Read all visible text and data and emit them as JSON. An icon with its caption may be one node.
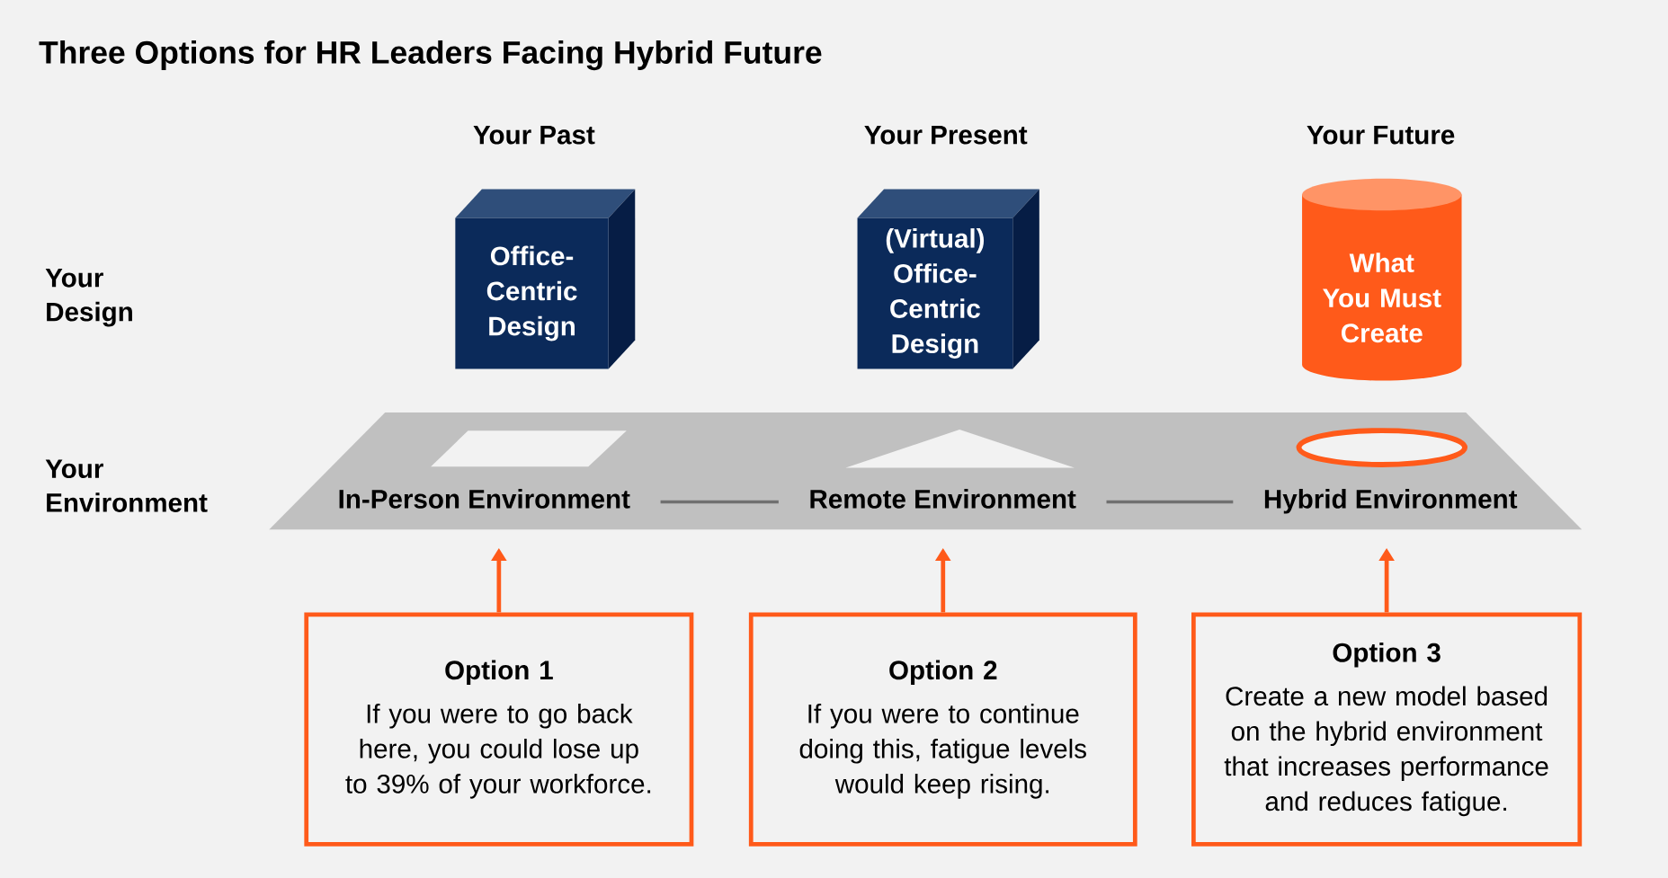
{
  "diagram": {
    "title": "Three Options for HR Leaders Facing Hybrid Future",
    "nodes": [
      {
        "text": [
          "Office-Centric Design"
        ]
      },
      {
        "text": [
          "(Virtual) Office-Centric Design"
        ]
      },
      {
        "text": [
          "What You Must Create"
        ]
      },
      {
        "text": [
          "In-Person Environment"
        ]
      },
      {
        "text": [
          "Remote Environment"
        ]
      },
      {
        "text": [
          "Hybrid Environment"
        ]
      },
      {
        "text": [
          "Option 1",
          "If you were to go back here, you could lose up to 39% of your workforce."
        ]
      },
      {
        "text": [
          "Option 2",
          "If you were to continue doing this, fatigue levels would keep rising."
        ]
      },
      {
        "text": [
          "Option 3",
          "Create a new model based on the hybrid environment that increases performance and reduces fatigue."
        ]
      }
    ],
    "edges": [
      {
        "from": 3,
        "to": 4,
        "arrow": "none",
        "color": "#707070"
      },
      {
        "from": 4,
        "to": 5,
        "arrow": "none",
        "color": "#707070"
      },
      {
        "from": 6,
        "to": 3,
        "arrow": "to"
      },
      {
        "from": 7,
        "to": 4,
        "arrow": "to"
      },
      {
        "from": 8,
        "to": 5,
        "arrow": "to"
      }
    ],
    "labels": [
      "Your Past",
      "Your Present",
      "Your Future",
      "Your Design",
      "Your Environment"
    ]
  }
}
